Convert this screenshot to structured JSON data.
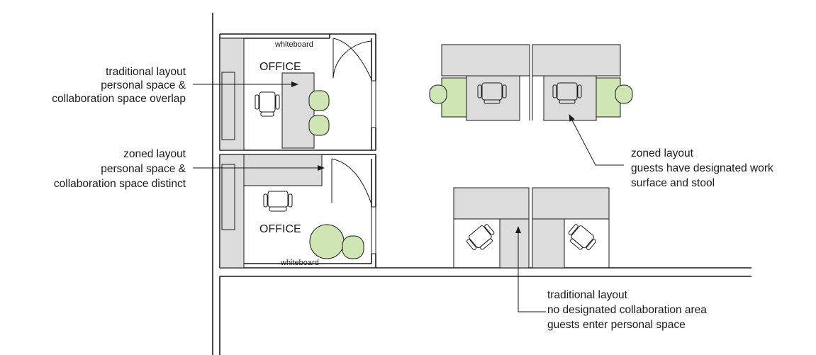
{
  "labels": {
    "office_top": "OFFICE",
    "office_bottom": "OFFICE",
    "whiteboard_top": "whiteboard",
    "whiteboard_bottom": "whiteboard"
  },
  "annotations": {
    "traditional_office": [
      "traditional layout",
      "personal space &",
      "collaboration space overlap"
    ],
    "zoned_office": [
      "zoned layout",
      "personal space &",
      "collaboration space distinct"
    ],
    "zoned_workstation": [
      "zoned layout",
      "guests have designated work",
      "surface and stool"
    ],
    "traditional_workstation": [
      "traditional layout",
      "no designated collaboration area",
      "guests enter personal space"
    ]
  },
  "colors": {
    "collaboration_zone": "#cfe5b4",
    "work_surface": "#dcdcdc",
    "line": "#1a1a1a"
  }
}
